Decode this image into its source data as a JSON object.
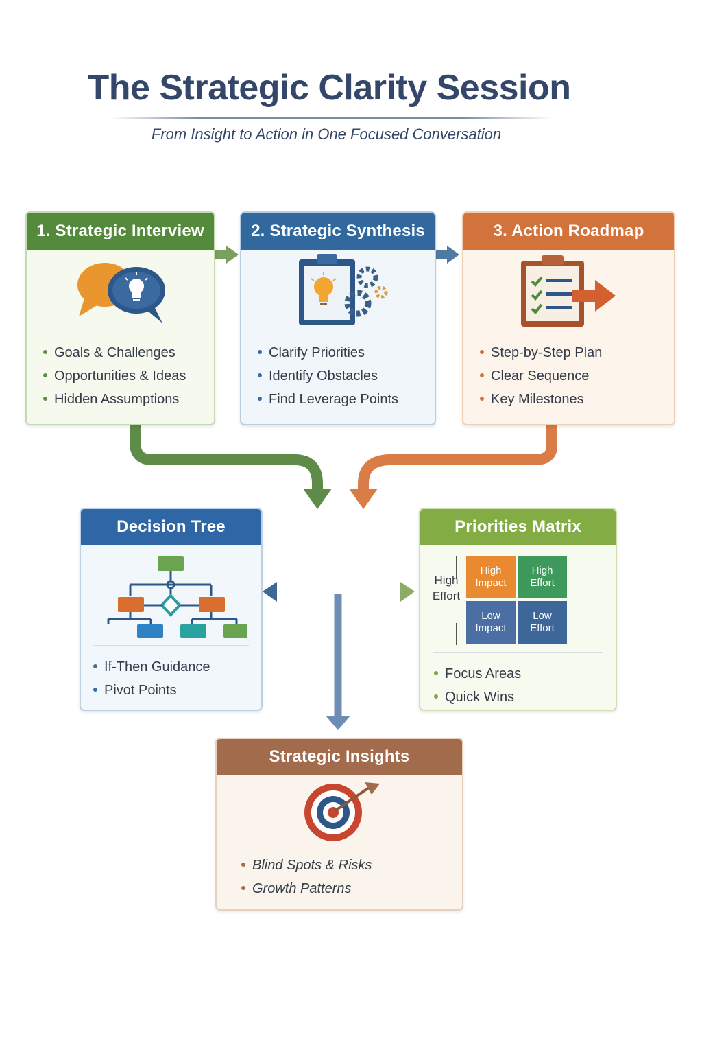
{
  "header": {
    "title": "The Strategic Clarity Session",
    "subtitle": "From Insight to Action in One Focused Conversation"
  },
  "steps": [
    {
      "title": "1. Strategic Interview",
      "icon": "chat-bubbles-lightbulb-icon",
      "bullets": [
        "Goals & Challenges",
        "Opportunities & Ideas",
        "Hidden Assumptions"
      ]
    },
    {
      "title": "2. Strategic Synthesis",
      "icon": "clipboard-gears-icon",
      "bullets": [
        "Clarify Priorities",
        "Identify Obstacles",
        "Find Leverage Points"
      ]
    },
    {
      "title": "3. Action Roadmap",
      "icon": "checklist-arrow-icon",
      "bullets": [
        "Step-by-Step Plan",
        "Clear Sequence",
        "Key Milestones"
      ]
    }
  ],
  "decision_tree": {
    "title": "Decision Tree",
    "icon": "flowchart-icon",
    "bullets": [
      "If-Then Guidance",
      "Pivot Points"
    ]
  },
  "priorities_matrix": {
    "title": "Priorities Matrix",
    "axis_label": "High Effort",
    "cells": [
      "High Impact",
      "High Effort",
      "Low Impact",
      "Low Effort"
    ],
    "bullets": [
      "Focus Areas",
      "Quick Wins"
    ]
  },
  "insights": {
    "title": "Strategic Insights",
    "icon": "target-arrow-icon",
    "bullets": [
      "Blind Spots & Risks",
      "Growth Patterns"
    ]
  },
  "colors": {
    "title": "#34476a",
    "green": "#548a3c",
    "blue": "#31699f",
    "orange": "#d3733c",
    "lime": "#83ac45",
    "brown": "#a26b4c"
  }
}
